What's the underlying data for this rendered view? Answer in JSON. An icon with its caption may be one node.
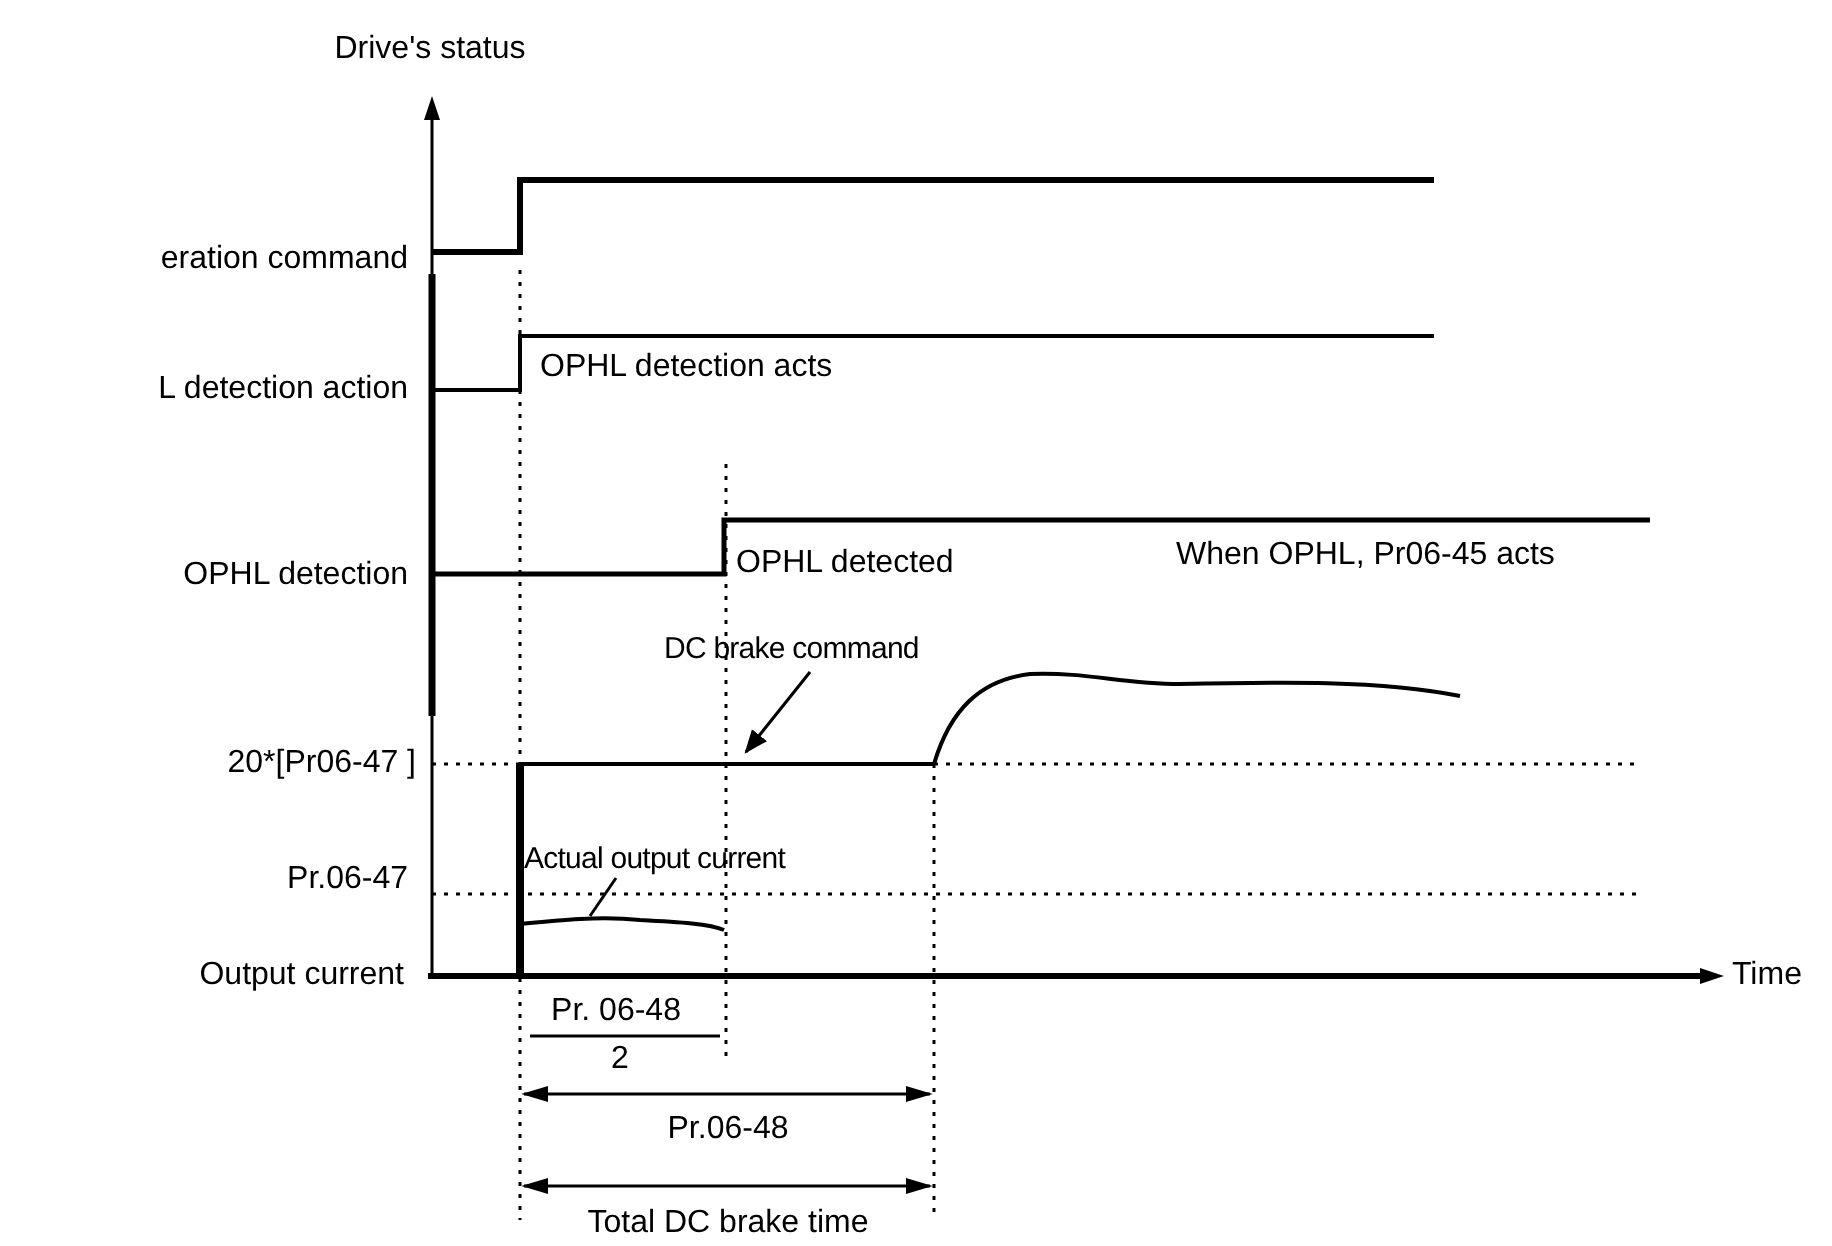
{
  "diagram": {
    "nodes": [
      {
        "text": [
          "DC brake command"
        ]
      },
      {
        "text": [
          "Actual output current"
        ]
      }
    ],
    "edges": [
      {
        "from": 0,
        "to": null,
        "arrow": "to"
      },
      {
        "from": 1,
        "to": null,
        "arrow": "none"
      }
    ],
    "labels": [
      "Drive's status",
      "eration command",
      "OPHL detection acts",
      "L detection action",
      "OPHL detected",
      "When OPHL, Pr06-45 acts",
      "OPHL detection",
      "20*[Pr06-47 ]",
      "Pr.06-47",
      "Output current",
      "Time",
      "Pr. 06-48",
      "2",
      "Pr.06-48",
      "Total DC brake time"
    ]
  }
}
